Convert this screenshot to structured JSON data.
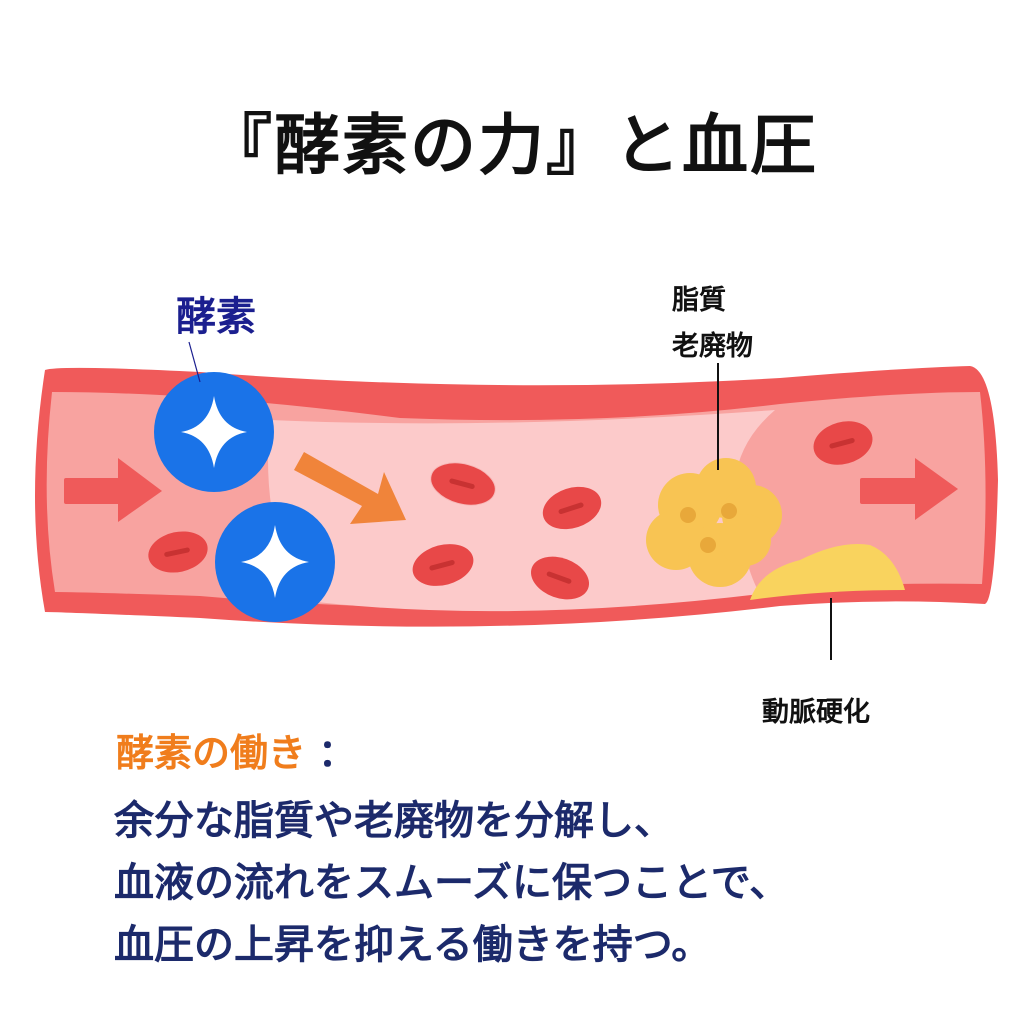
{
  "title": "『酵素の力』と血圧",
  "labels": {
    "enzyme": "酵素",
    "lipid_line1": "脂質",
    "lipid_line2": "老廃物",
    "arteriosclerosis": "動脈硬化"
  },
  "function_section": {
    "heading": "酵素の働き",
    "colon": "：",
    "lines": [
      "余分な脂質や老廃物を分解し、",
      "血液の流れをスムーズに保つことで、",
      "血圧の上昇を抑える働きを持つ。"
    ]
  },
  "colors": {
    "vessel_wall": "#f05a5a",
    "vessel_inner": "#f8a3a0",
    "vessel_clear": "#fccaca",
    "enzyme_blue": "#1a73e8",
    "flow_arrow_orange": "#f0843a",
    "blood_cell": "#e84848",
    "lipid_yellow": "#f8c453",
    "plaque_yellow": "#f9d35e",
    "heading_orange": "#f07d1c",
    "body_navy": "#1c2a6b",
    "enzyme_label_navy": "#1b1f8f"
  },
  "icons": {
    "enzyme": "sparkle-star-in-circle",
    "flow": "right-arrow",
    "action": "diagonal-arrow"
  }
}
